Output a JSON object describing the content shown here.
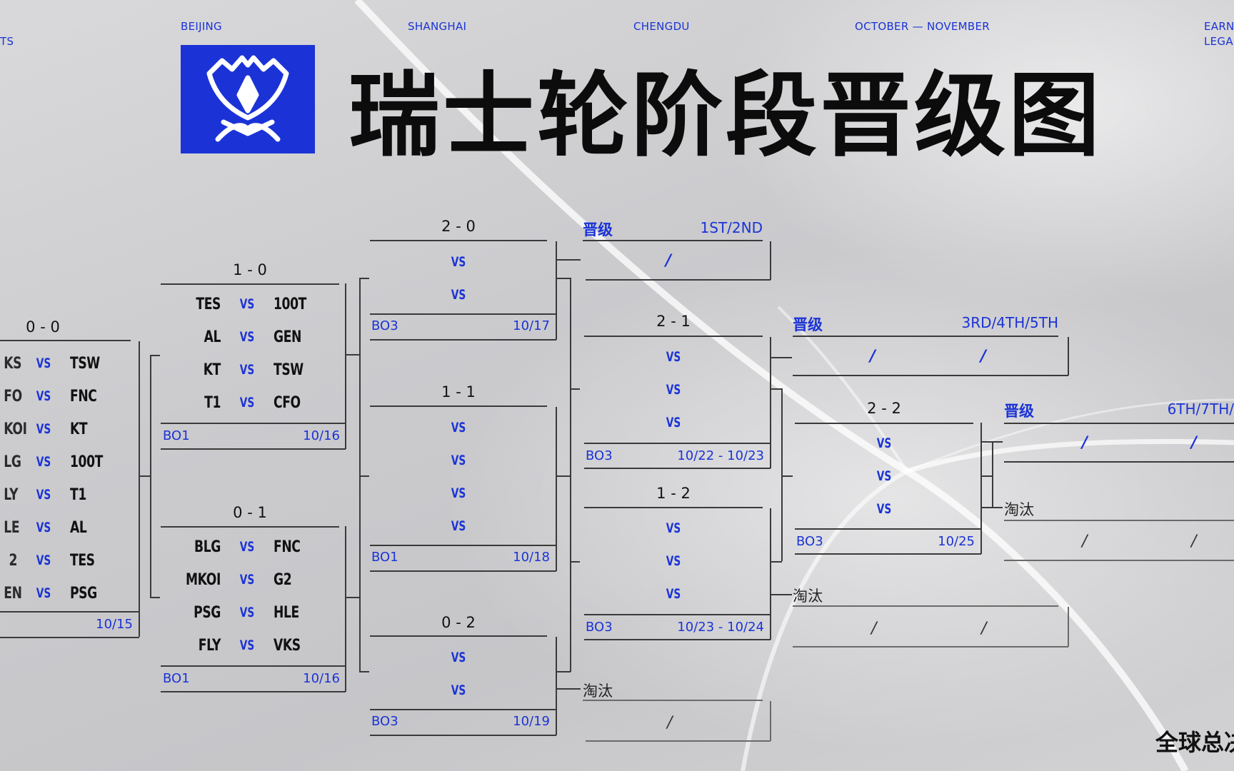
{
  "header": {
    "cities": [
      "TS",
      "BEIJING",
      "SHANGHAI",
      "CHENGDU",
      "OCTOBER — NOVEMBER",
      "EARN",
      "LEGA"
    ],
    "title": "瑞士轮阶段晋级图",
    "logo_icon": "worlds-trophy-icon",
    "logo_color": "#1b33d6"
  },
  "round_00": {
    "label": "0 - 0",
    "matches": [
      [
        "KS",
        "VS",
        "TSW"
      ],
      [
        "FO",
        "VS",
        "FNC"
      ],
      [
        "KOI",
        "VS",
        "KT"
      ],
      [
        "LG",
        "VS",
        "100T"
      ],
      [
        "LY",
        "VS",
        "T1"
      ],
      [
        "LE",
        "VS",
        "AL"
      ],
      [
        "2",
        "VS",
        "TES"
      ],
      [
        "EN",
        "VS",
        "PSG"
      ]
    ],
    "date": "10/15"
  },
  "round_10": {
    "label": "1 - 0",
    "matches": [
      [
        "TES",
        "VS",
        "100T"
      ],
      [
        "AL",
        "VS",
        "GEN"
      ],
      [
        "KT",
        "VS",
        "TSW"
      ],
      [
        "T1",
        "VS",
        "CFO"
      ]
    ],
    "format": "BO1",
    "date": "10/16"
  },
  "round_01": {
    "label": "0 - 1",
    "matches": [
      [
        "BLG",
        "VS",
        "FNC"
      ],
      [
        "MKOI",
        "VS",
        "G2"
      ],
      [
        "PSG",
        "VS",
        "HLE"
      ],
      [
        "FLY",
        "VS",
        "VKS"
      ]
    ],
    "format": "BO1",
    "date": "10/16"
  },
  "round_20": {
    "label": "2 - 0",
    "vs": [
      "VS",
      "VS"
    ],
    "format": "BO3",
    "date": "10/17"
  },
  "round_11": {
    "label": "1 - 1",
    "vs": [
      "VS",
      "VS",
      "VS",
      "VS"
    ],
    "format": "BO1",
    "date": "10/18"
  },
  "round_02": {
    "label": "0 - 2",
    "vs": [
      "VS",
      "VS"
    ],
    "format": "BO3",
    "date": "10/19"
  },
  "round_21": {
    "label": "2 - 1",
    "vs": [
      "VS",
      "VS",
      "VS"
    ],
    "format": "BO3",
    "date": "10/22 - 10/23"
  },
  "round_12": {
    "label": "1 - 2",
    "vs": [
      "VS",
      "VS",
      "VS"
    ],
    "format": "BO3",
    "date": "10/23 - 10/24"
  },
  "round_22": {
    "label": "2 - 2",
    "vs": [
      "VS",
      "VS",
      "VS"
    ],
    "format": "BO3",
    "date": "10/25"
  },
  "qual_1": {
    "title": "晋级",
    "places": "1ST/2ND",
    "slots": [
      "/"
    ]
  },
  "qual_2": {
    "title": "晋级",
    "places": "3RD/4TH/5TH",
    "slots": [
      "/",
      "/"
    ]
  },
  "qual_3": {
    "title": "晋级",
    "places": "6TH/7TH/",
    "slots": [
      "/",
      "/"
    ]
  },
  "elim_1": {
    "title": "淘汰",
    "slots": [
      "/"
    ]
  },
  "elim_2": {
    "title": "淘汰",
    "slots": [
      "/",
      "/"
    ]
  },
  "elim_3": {
    "title": "淘汰",
    "slots": [
      "/",
      "/"
    ]
  },
  "corner_brand": "全球总决赛"
}
